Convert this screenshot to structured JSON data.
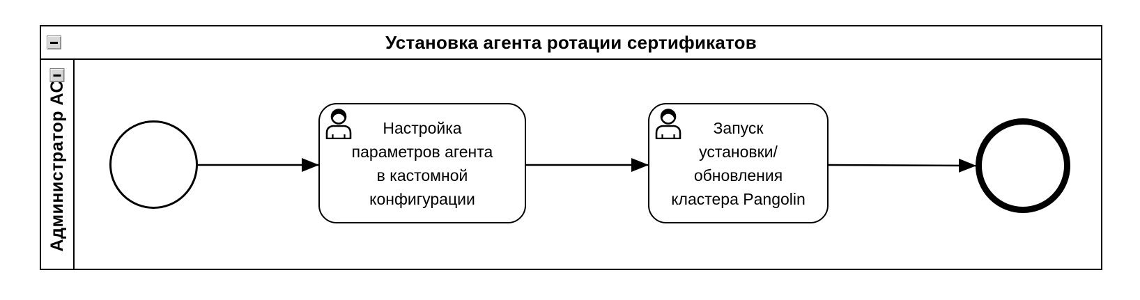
{
  "pool": {
    "title": "Установка агента ротации сертификатов",
    "lane_label": "Администратор АС"
  },
  "tasks": [
    {
      "type": "user-task",
      "label": "Настройка\nпараметров агента\nв кастомной\nконфигурации"
    },
    {
      "type": "user-task",
      "label": "Запуск\nустановки/\nобновления\nкластера Pangolin"
    }
  ],
  "colors": {
    "stroke": "#000000",
    "fill": "#ffffff",
    "collapse_button_fill": "#d8d8d8",
    "collapse_button_border": "#7f7f7f"
  },
  "icons": {
    "pool_collapse": "minus-icon",
    "lane_collapse": "minus-icon",
    "task_type": "user-icon"
  }
}
